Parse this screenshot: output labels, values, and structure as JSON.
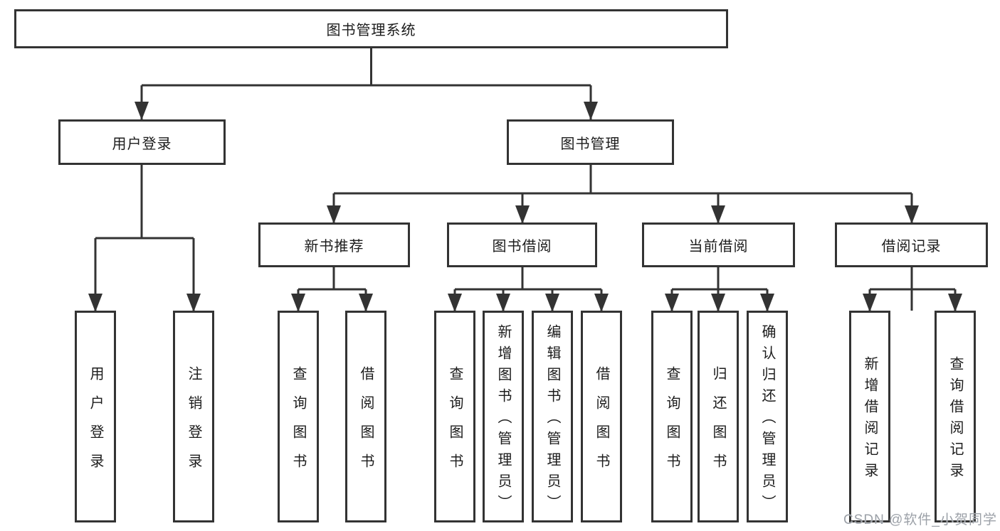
{
  "title": "图书管理系统",
  "colors": {
    "line": "#333333",
    "box_border": "#333333",
    "box_fill": "#ffffff",
    "text": "#1c1c1c",
    "watermark": "#9ca1a8",
    "background": "#ffffff"
  },
  "tree": {
    "root": {
      "label": "图书管理系统",
      "children": [
        {
          "label": "用户登录",
          "children": [
            {
              "label": "用户登录"
            },
            {
              "label": "注销登录"
            }
          ]
        },
        {
          "label": "图书管理",
          "children": [
            {
              "label": "新书推荐",
              "children": [
                {
                  "label": "查询图书"
                },
                {
                  "label": "借阅图书"
                }
              ]
            },
            {
              "label": "图书借阅",
              "children": [
                {
                  "label": "查询图书"
                },
                {
                  "label": "新增图书（管理员）"
                },
                {
                  "label": "编辑图书（管理员）"
                },
                {
                  "label": "借阅图书"
                }
              ]
            },
            {
              "label": "当前借阅",
              "children": [
                {
                  "label": "查询图书"
                },
                {
                  "label": "归还图书"
                },
                {
                  "label": "确认归还（管理员）"
                }
              ]
            },
            {
              "label": "借阅记录",
              "children": [
                {
                  "label": "新增借阅记录"
                },
                {
                  "label": "查询借阅记录"
                }
              ]
            }
          ]
        }
      ]
    }
  },
  "watermark": {
    "text": "CSDN @软件_小贺同学"
  }
}
